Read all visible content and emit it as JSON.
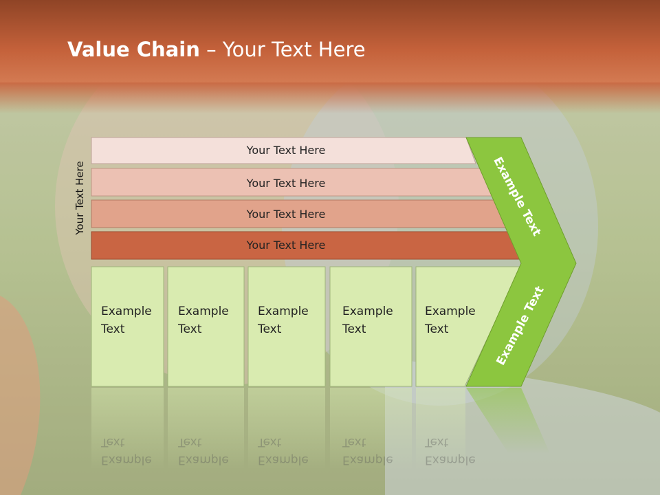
{
  "slide": {
    "title_bold": "Value Chain",
    "title_rest": " – Your Text Here",
    "side_label": "Your Text Here"
  },
  "bars": [
    {
      "label": "Your Text Here",
      "color": "#f4e0da"
    },
    {
      "label": "Your Text Here",
      "color": "#ecc1b3"
    },
    {
      "label": "Your Text Here",
      "color": "#e1a38b"
    },
    {
      "label": "Your Text Here",
      "color": "#c96543"
    }
  ],
  "boxes": [
    {
      "label": "Example\nText"
    },
    {
      "label": "Example\nText"
    },
    {
      "label": "Example\nText"
    },
    {
      "label": "Example\nText"
    },
    {
      "label": "Example\nText"
    }
  ],
  "chevron": {
    "upper_label": "Example Text",
    "lower_label": "Example Text",
    "color": "#8cc63f"
  },
  "colors": {
    "header": "#c0603a",
    "box_fill": "#d9ebb0",
    "box_stroke": "#9fb57a"
  }
}
